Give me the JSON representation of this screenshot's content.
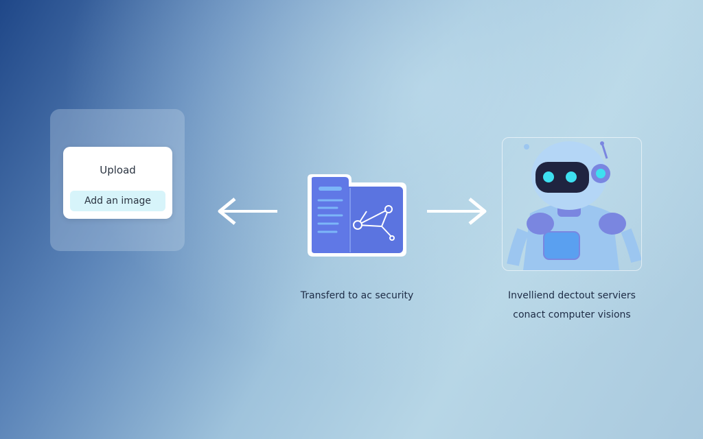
{
  "upload_card": {
    "title": "Upload",
    "button_label": "Add an image"
  },
  "middle": {
    "caption": "Transferd to ac security",
    "icon": "folder-network-icon"
  },
  "right": {
    "caption_line1": "Invelliend dectout serviers",
    "caption_line2": "conact computer visions",
    "icon": "robot-illustration"
  },
  "colors": {
    "folder": "#5b74e0",
    "robot": "#9cc6f0",
    "eyes": "#3ee0f0"
  }
}
